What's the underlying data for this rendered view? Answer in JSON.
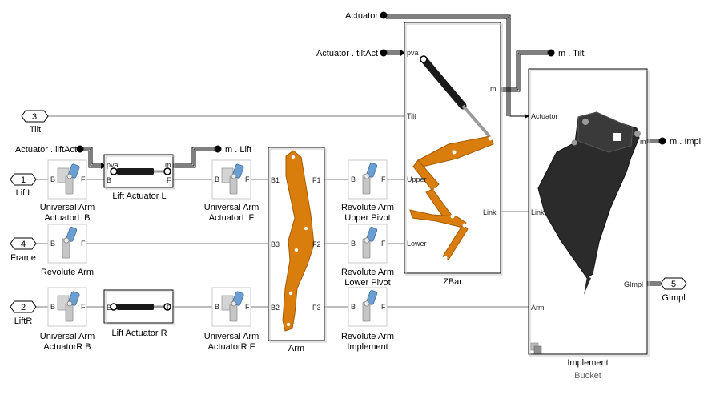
{
  "inputs": {
    "tilt": {
      "num": "3",
      "name": "Tilt"
    },
    "liftl": {
      "num": "1",
      "name": "LiftL"
    },
    "frame": {
      "num": "4",
      "name": "Frame"
    },
    "liftr": {
      "num": "2",
      "name": "LiftR"
    }
  },
  "output": {
    "num": "5",
    "name": "GImpl"
  },
  "tags": {
    "actuator": "Actuator",
    "tilt_act": "Actuator . tiltAct",
    "lift_act": "Actuator . liftAct",
    "m_tilt": "m . Tilt",
    "m_lift": "m . Lift",
    "m_impl": "m . Impl"
  },
  "blocks": {
    "ua_lb": {
      "name": "Universal Arm ActuatorL B",
      "line1": "Universal Arm",
      "line2": "ActuatorL B",
      "port_l": "B",
      "port_r": "F"
    },
    "la_l": {
      "name": "Lift Actuator L",
      "port_pva": "pva",
      "port_b": "B",
      "port_m": "m",
      "port_f": "F"
    },
    "ua_lf": {
      "name": "Universal Arm ActuatorL F",
      "line1": "Universal Arm",
      "line2": "ActuatorL F",
      "port_l": "B",
      "port_r": "F"
    },
    "rev_arm": {
      "name": "Revolute Arm",
      "port_l": "B",
      "port_r": "F"
    },
    "ua_rb": {
      "name": "Universal Arm ActuatorR B",
      "line1": "Universal Arm",
      "line2": "ActuatorR B",
      "port_l": "B",
      "port_r": "F"
    },
    "la_r": {
      "name": "Lift Actuator R",
      "port_b": "B",
      "port_f": "F"
    },
    "ua_rf": {
      "name": "Universal Arm ActuatorR F",
      "line1": "Universal Arm",
      "line2": "ActuatorR F",
      "port_l": "B",
      "port_r": "F"
    },
    "arm": {
      "name": "Arm",
      "ports": [
        "B1",
        "B3",
        "B2",
        "F1",
        "F2",
        "F3"
      ]
    },
    "rev_up": {
      "name": "Revolute Arm Upper Pivot",
      "line1": "Revolute Arm",
      "line2": "Upper Pivot",
      "port_l": "B",
      "port_r": "F"
    },
    "rev_lo": {
      "name": "Revolute Arm Lower Pivot",
      "line1": "Revolute Arm",
      "line2": "Lower Pivot",
      "port_l": "B",
      "port_r": "F"
    },
    "rev_impl": {
      "name": "Revolute Arm Implement",
      "line1": "Revolute Arm",
      "line2": "Implement",
      "port_l": "B",
      "port_r": "F"
    },
    "zbar": {
      "name": "ZBar",
      "ports": [
        "pva",
        "Tilt",
        "Upper",
        "Lower",
        "m"
      ]
    },
    "impl": {
      "name": "Implement",
      "subtitle": "Bucket",
      "ports": [
        "Actuator",
        "Link",
        "Arm",
        "m",
        "GImpl"
      ]
    }
  },
  "colors": {
    "wire": "#7a7a7a",
    "block_border": "#000000",
    "arm_orange": "#d97d0d",
    "cylinder": "#1a1a1a",
    "bucket": "#2b2b2b",
    "joint_blue": "#6b9fd1",
    "joint_gray": "#c9c9c9"
  }
}
